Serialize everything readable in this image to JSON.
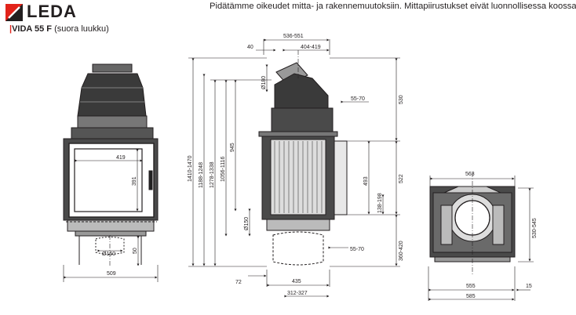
{
  "brand": {
    "name": "LEDA",
    "accent_color": "#e2231a"
  },
  "model": {
    "marker": "|",
    "name": "VIDA 55 F",
    "variant": "(suora luukku)"
  },
  "disclaimer": "Pidätämme oikeudet mitta- ja rakennemuutoksiin. Mittapiirustukset eivät luonnollisessa koossa.",
  "front_view": {
    "width": "509",
    "glass_width": "419",
    "glass_height": "391",
    "outlet_diameter": "Ø150",
    "height_offset": "50"
  },
  "side_view": {
    "top_depth": "536-551",
    "flue_offset": "40",
    "top_inner": "404-419",
    "flue_diameter": "Ø180",
    "rear_offset_top": "55-70",
    "top_height": "530",
    "mid_height": "522",
    "bottom_height": "360-420",
    "side_door_height": "493",
    "side_door_bottom": "138-198",
    "rear_offset_bottom": "55-70",
    "bottom_outlet_diameter": "Ø150",
    "base_offset": "72",
    "base_depth": "435",
    "base_rear": "312-327",
    "total_height": "1410-1470",
    "height_2": "1188-1248",
    "height_3": "1278-1338",
    "height_4": "1056-1116",
    "height_5": "945"
  },
  "top_view": {
    "width_top": "563",
    "depth": "530-545",
    "width_inner": "555",
    "width_total": "585",
    "side_offset": "15"
  }
}
